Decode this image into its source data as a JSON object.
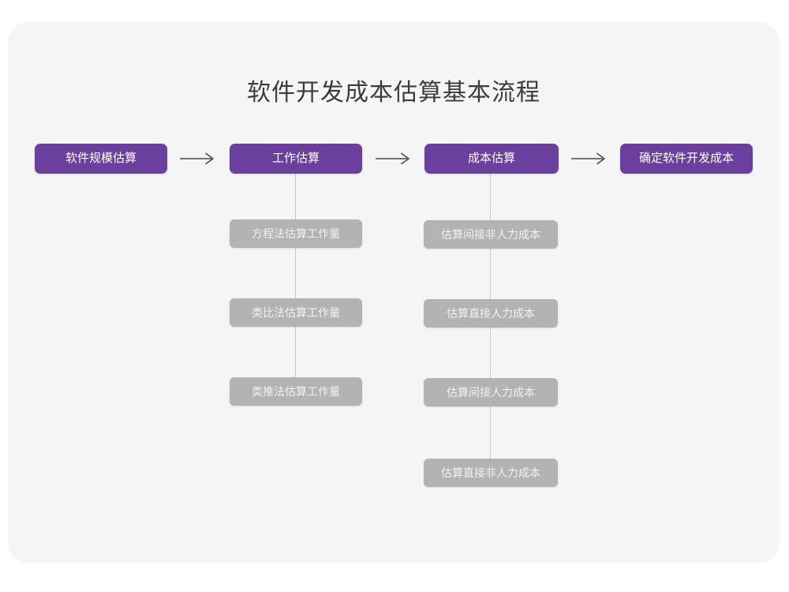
{
  "card": {
    "title": "软件开发成本估算基本流程"
  },
  "stages": [
    {
      "label": "软件规模估算"
    },
    {
      "label": "工作估算"
    },
    {
      "label": "成本估算"
    },
    {
      "label": "确定软件开发成本"
    }
  ],
  "arrows": [
    {
      "name": "arrow-right-icon"
    },
    {
      "name": "arrow-right-icon"
    },
    {
      "name": "arrow-right-icon"
    }
  ],
  "branches": {
    "effort": {
      "parent": "工作估算",
      "items": [
        {
          "label": "方程法估算工作量"
        },
        {
          "label": "类比法估算工作量"
        },
        {
          "label": "类推法估算工作量"
        }
      ]
    },
    "cost": {
      "parent": "成本估算",
      "items": [
        {
          "label": "估算间接非人力成本"
        },
        {
          "label": "估算直接人力成本"
        },
        {
          "label": "估算间接人力成本"
        },
        {
          "label": "估算直接非人力成本"
        }
      ]
    }
  },
  "colors": {
    "page_background": "#ffffff",
    "card_background": "#f5f5f5",
    "stage_fill": "#6b3f9e",
    "stage_text": "#ffffff",
    "sub_fill": "#b3b3b3",
    "sub_text": "#f2f2f2",
    "connector": "#c9c9c9",
    "title_text": "#3c3c3c",
    "arrow": "#4a4a4a"
  }
}
